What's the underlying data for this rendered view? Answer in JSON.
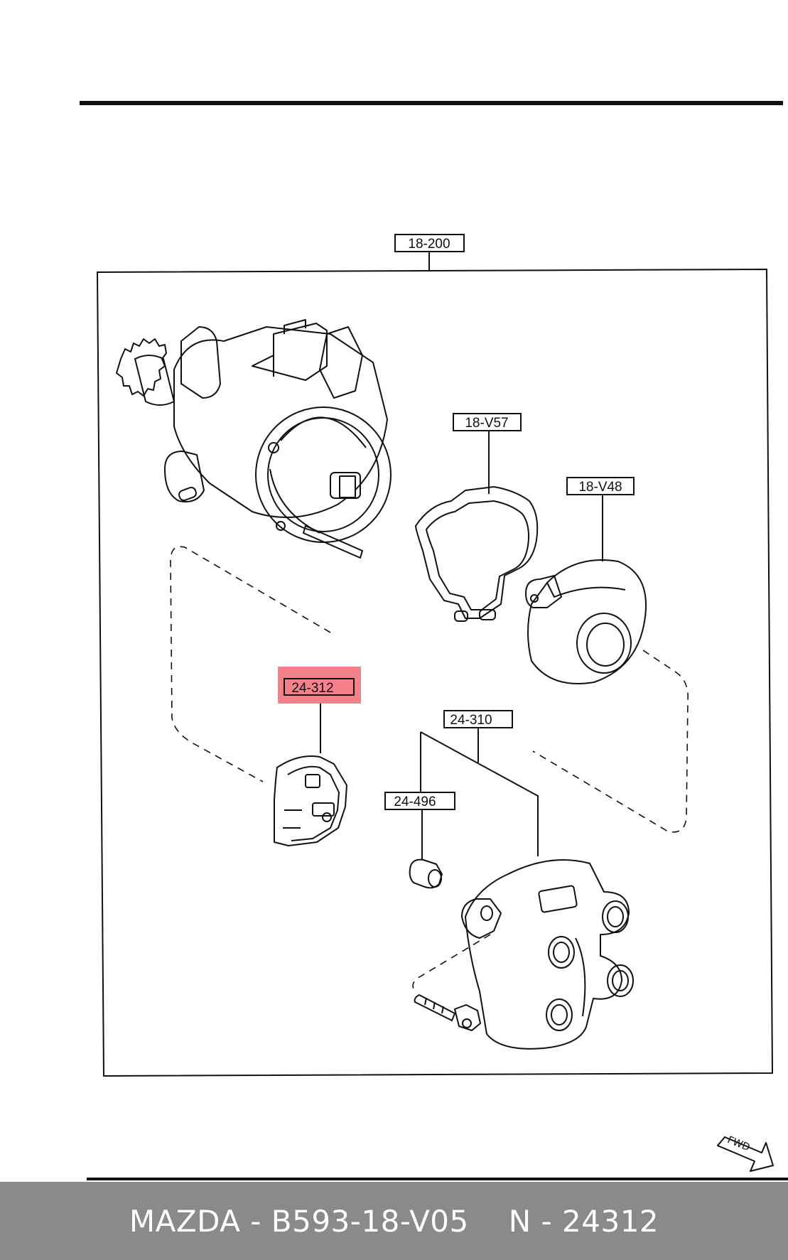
{
  "callouts": {
    "assembly": "18-200",
    "gasket": "18-V57",
    "cover": "18-V48",
    "rotor": "24-312",
    "cap": "24-310",
    "cap_part": "24-496"
  },
  "highlighted_callout": "24-312",
  "highlight_color": "#f4808a",
  "direction_label": "FWD",
  "footer": {
    "brand_part": "MAZDA - B593-18-V05",
    "ref_number": "N - 24312"
  },
  "colors": {
    "footer_bg": "#8a8a8a",
    "footer_text": "#ffffff",
    "line": "#111111"
  }
}
